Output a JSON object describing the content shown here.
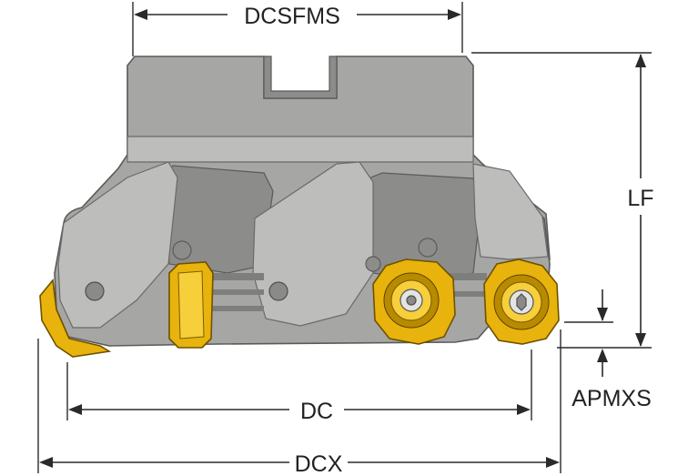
{
  "diagram": {
    "labels": {
      "dcsfms": "DCSFMS",
      "lf": "LF",
      "dc": "DC",
      "apmxs": "APMXS",
      "dcx": "DCX"
    },
    "colors": {
      "cutter_body": "#a6a6a4",
      "insert": "#e8b30c",
      "dimension_lines": "#2a2a2a"
    }
  }
}
